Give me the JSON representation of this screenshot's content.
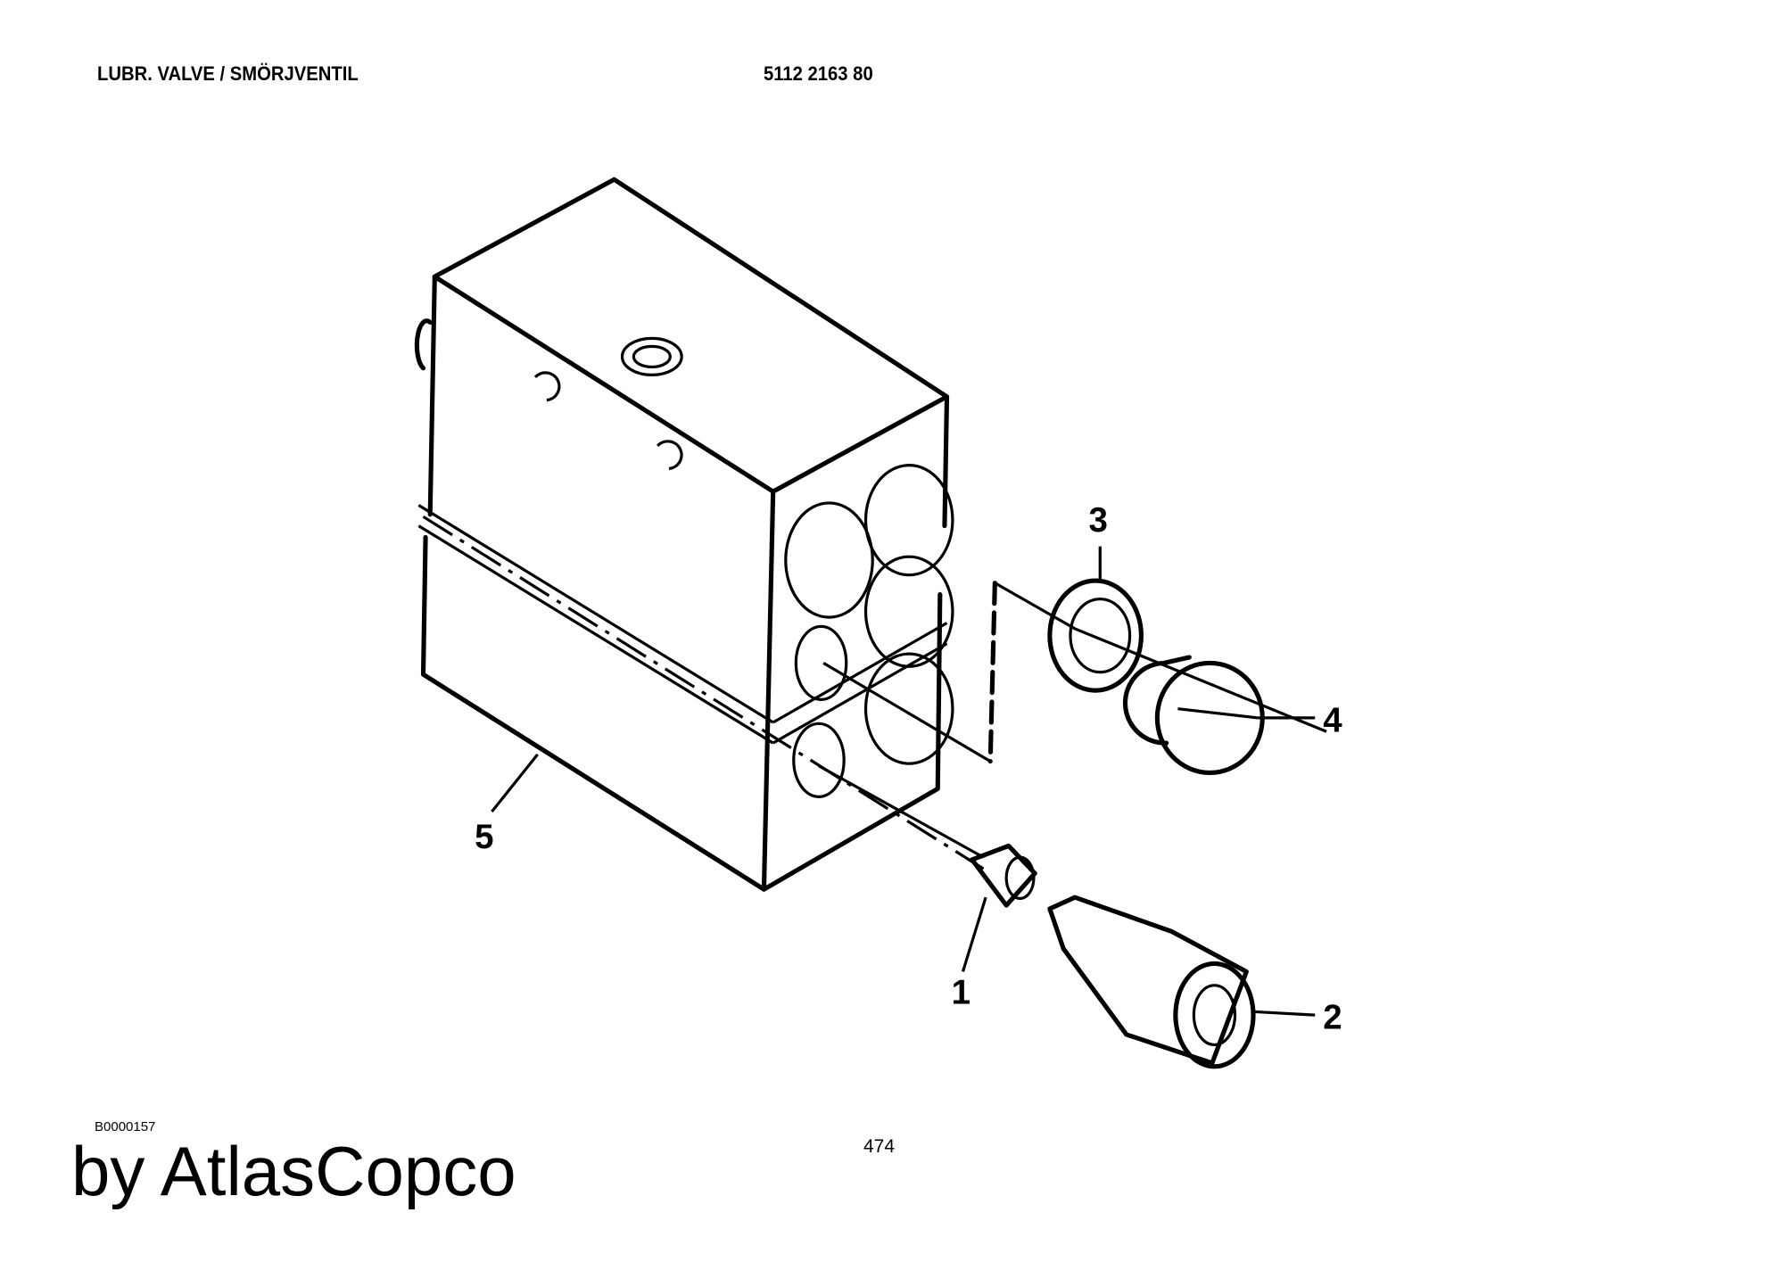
{
  "header": {
    "title": "LUBR. VALVE / SMÖRJVENTIL",
    "part_number": "5112 2163 80"
  },
  "footer": {
    "drawing_id": "B0000157",
    "brand": "by AtlasCopco",
    "page_number": "474"
  },
  "callouts": [
    "1",
    "2",
    "3",
    "4",
    "5"
  ]
}
